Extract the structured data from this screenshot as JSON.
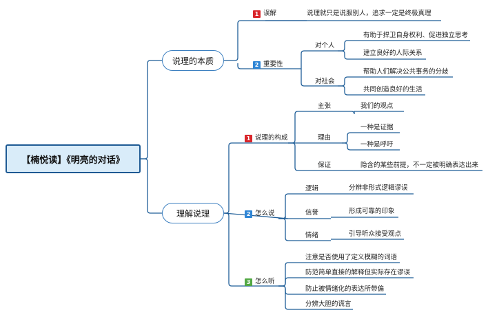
{
  "root": {
    "title": "【楠悦读】《明亮的对话》"
  },
  "branch1": {
    "title": "说理的本质",
    "mistake": {
      "badge": "1",
      "label": "误解",
      "detail": "说理就只是说服别人，追求一定是终极真理"
    },
    "importance": {
      "badge": "2",
      "label": "重要性",
      "personal": {
        "label": "对个人",
        "items": [
          "有助于捍卫自身权利、促进独立思考",
          "建立良好的人际关系"
        ]
      },
      "society": {
        "label": "对社会",
        "items": [
          "帮助人们解决公共事务的分歧",
          "共同创造良好的生活"
        ]
      }
    }
  },
  "branch2": {
    "title": "理解说理",
    "structure": {
      "badge": "1",
      "label": "说理的构成",
      "claim": {
        "label": "主张",
        "detail": "我们的观点"
      },
      "reason": {
        "label": "理由",
        "items": [
          "一种是证据",
          "一种是呼吁"
        ]
      },
      "warrant": {
        "label": "保证",
        "detail": "隐含的某些前提，不一定被明确表达出来"
      }
    },
    "howToSpeak": {
      "badge": "2",
      "label": "怎么说",
      "logic": {
        "label": "逻辑",
        "detail": "分辨非形式逻辑谬误"
      },
      "credibility": {
        "label": "信誉",
        "detail": "形成可靠的印象"
      },
      "emotion": {
        "label": "情绪",
        "detail": "引导听众接受观点"
      }
    },
    "howToListen": {
      "badge": "3",
      "label": "怎么听",
      "items": [
        "注意是否使用了定义模糊的词语",
        "防范简单直接的解释但实际存在谬误",
        "防止被情绪化的表达所带偏",
        "分辨大胆的谎言"
      ]
    }
  },
  "colors": {
    "line": "#1f5e98",
    "rootFill": "#d9ecf9",
    "badgeRed": "#d9252a",
    "badgeBlue": "#2f86d6",
    "badgeGreen": "#52a844"
  }
}
